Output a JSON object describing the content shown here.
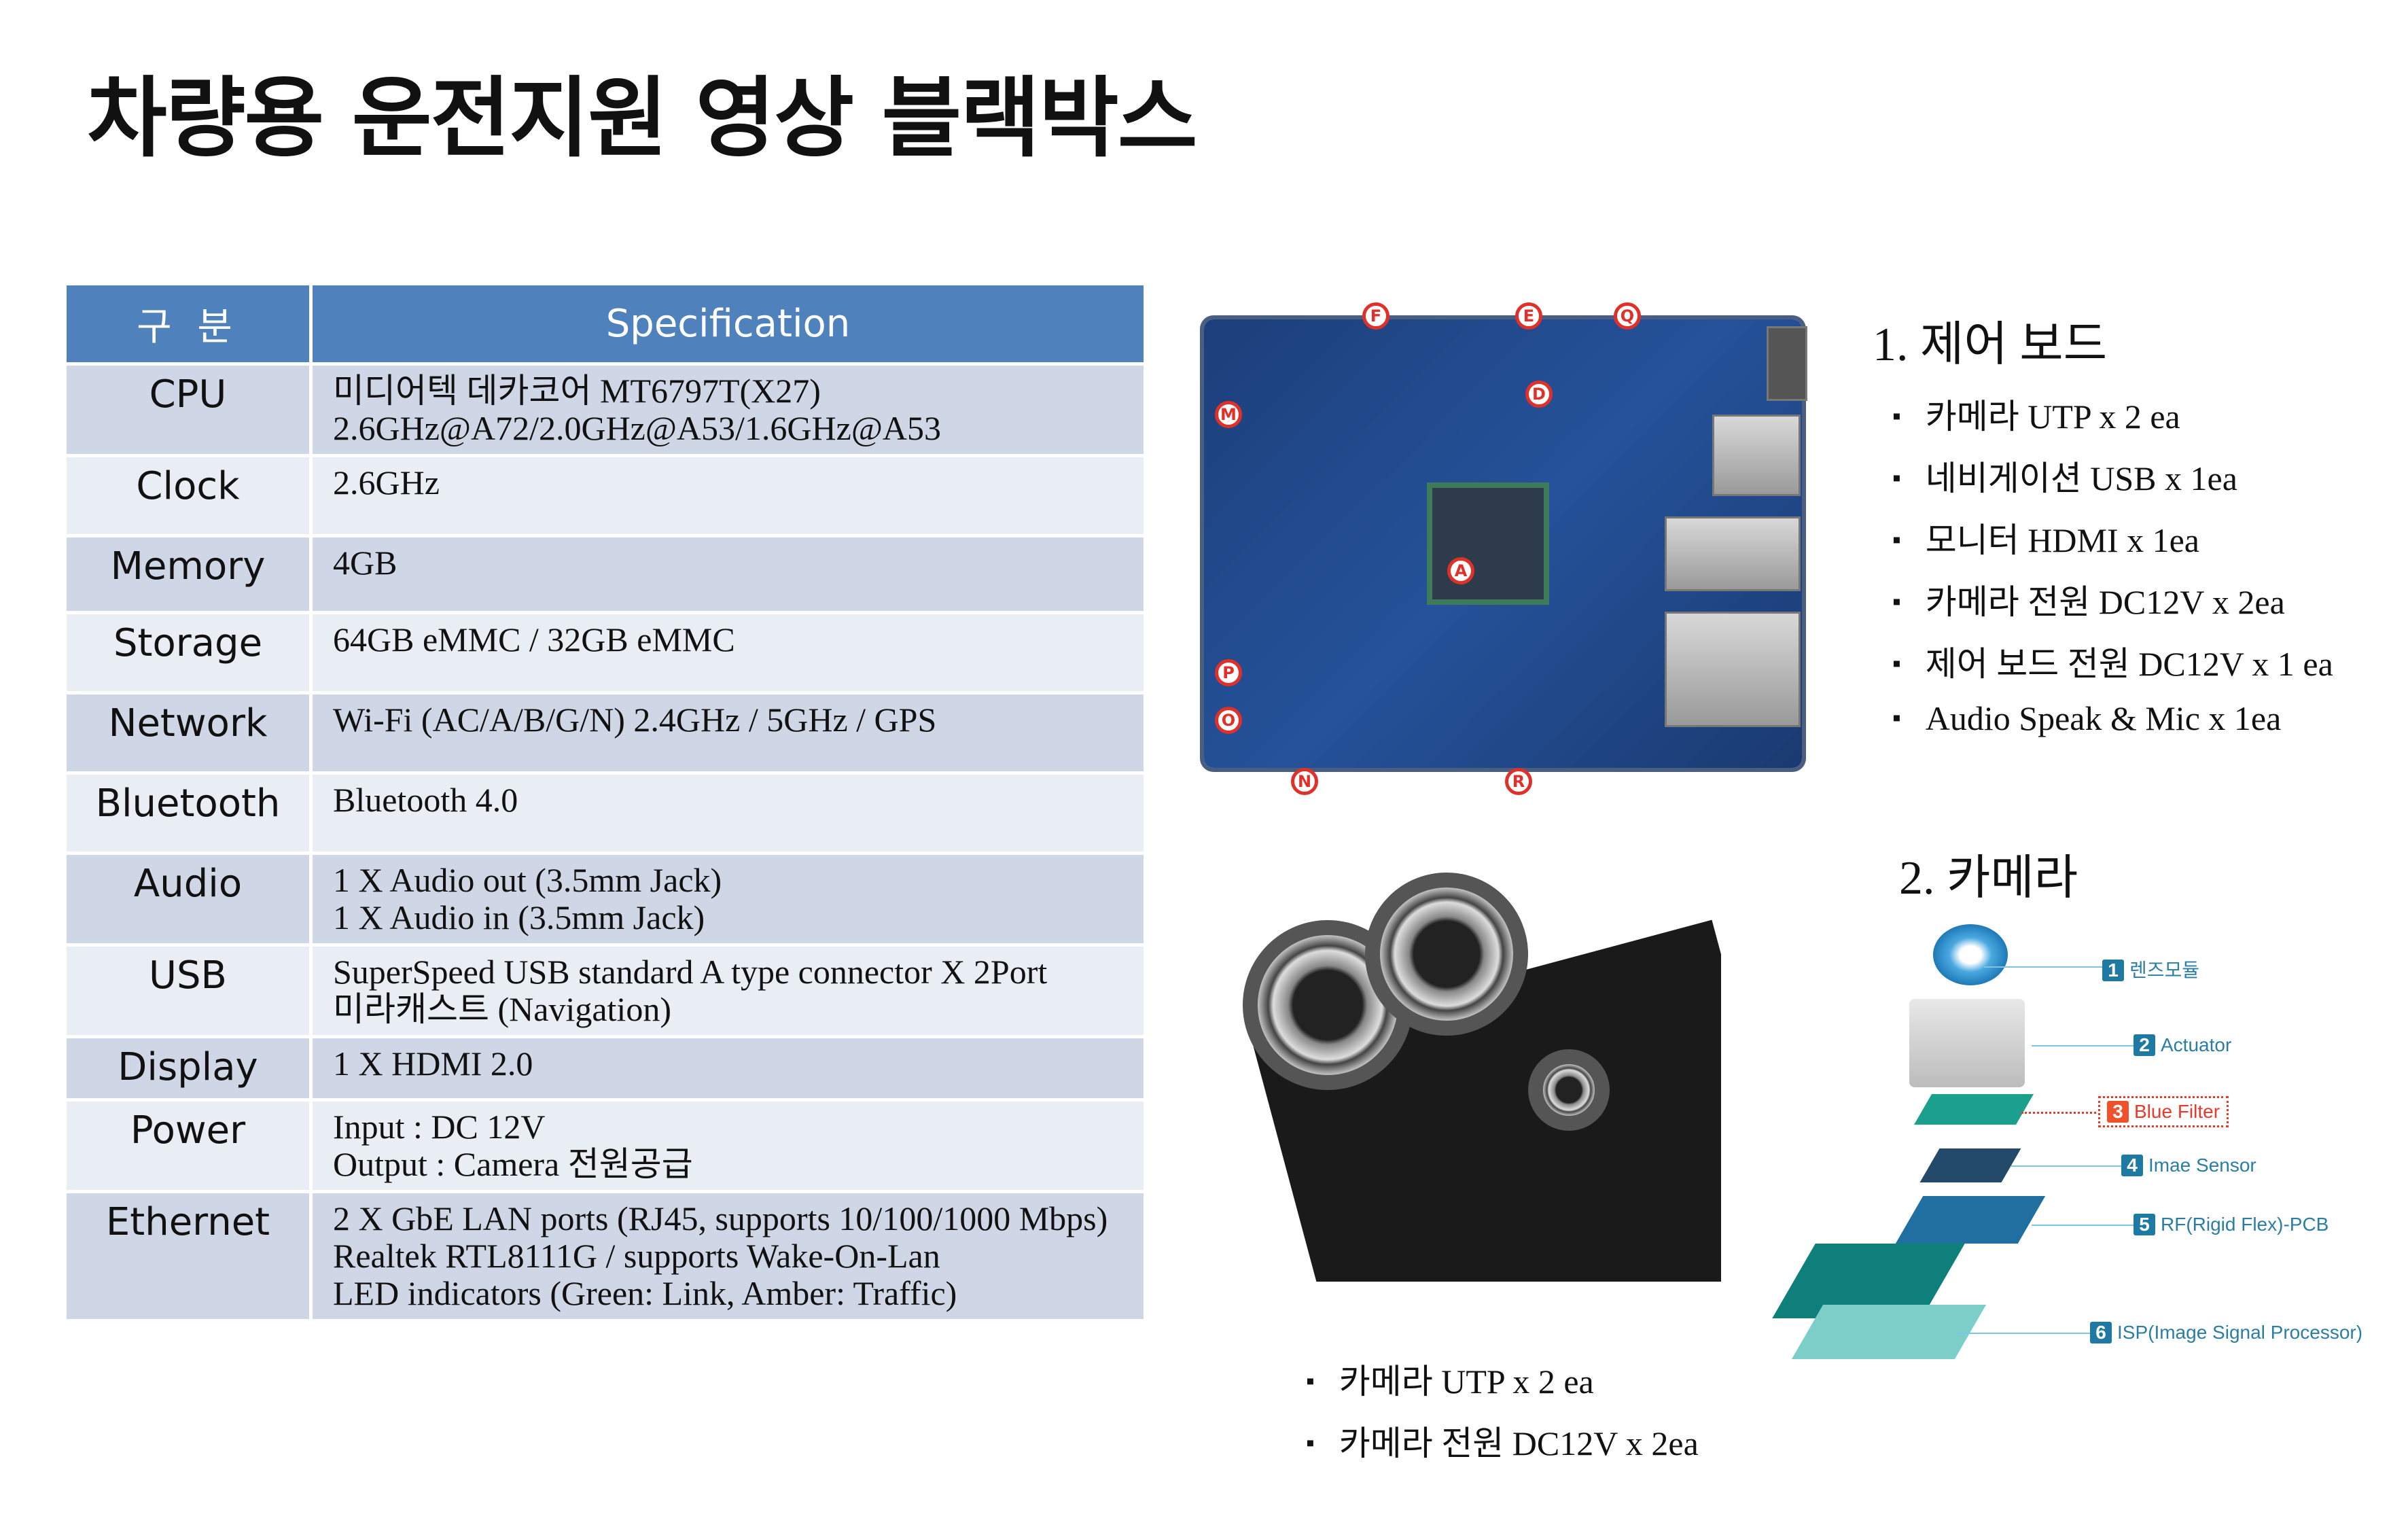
{
  "title": "차량용 운전지원 영상 블랙박스",
  "table": {
    "headers": [
      "구 분",
      "Specification"
    ],
    "rows": [
      {
        "key": "CPU",
        "lines": [
          "미디어텍 데카코어 MT6797T(X27)",
          "2.6GHz@A72/2.0GHz@A53/1.6GHz@A53"
        ]
      },
      {
        "key": "Clock",
        "lines": [
          "2.6GHz"
        ]
      },
      {
        "key": "Memory",
        "lines": [
          "4GB"
        ]
      },
      {
        "key": "Storage",
        "lines": [
          "64GB eMMC / 32GB eMMC"
        ]
      },
      {
        "key": "Network",
        "lines": [
          "Wi-Fi (AC/A/B/G/N) 2.4GHz / 5GHz / GPS"
        ]
      },
      {
        "key": "Bluetooth",
        "lines": [
          "Bluetooth 4.0"
        ]
      },
      {
        "key": "Audio",
        "lines": [
          "1 X Audio out (3.5mm Jack)",
          "1 X Audio in (3.5mm Jack)"
        ]
      },
      {
        "key": "USB",
        "lines": [
          "SuperSpeed USB standard A type connector X 2Port",
          "미라캐스트 (Navigation)"
        ]
      },
      {
        "key": "Display",
        "lines": [
          "1 X HDMI 2.0"
        ]
      },
      {
        "key": "Power",
        "lines": [
          "Input : DC 12V",
          "Output : Camera 전원공급"
        ]
      },
      {
        "key": "Ethernet",
        "lines": [
          "2 X GbE LAN ports (RJ45, supports 10/100/1000 Mbps)",
          "Realtek RTL8111G / supports Wake-On-Lan",
          "LED indicators (Green: Link, Amber: Traffic)"
        ]
      }
    ]
  },
  "board": {
    "heading": "1. 제어 보드",
    "items": [
      "카메라 UTP x 2 ea",
      "네비게이션 USB x 1ea",
      "모니터 HDMI x 1ea",
      "카메라 전원 DC12V x 2ea",
      "제어 보드 전원 DC12V x 1 ea",
      "Audio Speak & Mic x 1ea"
    ],
    "pins": [
      "F",
      "E",
      "Q",
      "M",
      "D",
      "A",
      "P",
      "O",
      "N",
      "R"
    ]
  },
  "camera": {
    "heading": "2. 카메라",
    "items": [
      "카메라 UTP x 2 ea",
      "카메라 전원 DC12V x 2ea"
    ],
    "parts": [
      {
        "n": "1",
        "label": "렌즈모듈"
      },
      {
        "n": "2",
        "label": "Actuator"
      },
      {
        "n": "3",
        "label": "Blue Filter"
      },
      {
        "n": "4",
        "label": "Imae Sensor"
      },
      {
        "n": "5",
        "label": "RF(Rigid Flex)-PCB"
      },
      {
        "n": "6",
        "label": "ISP(Image Signal Processor)"
      }
    ]
  },
  "colors": {
    "header": "#4f81bd",
    "row_odd": "#cfd7e6",
    "row_even": "#e9edf4",
    "highlight": "#e8392a",
    "part": "#1f7aa3"
  }
}
